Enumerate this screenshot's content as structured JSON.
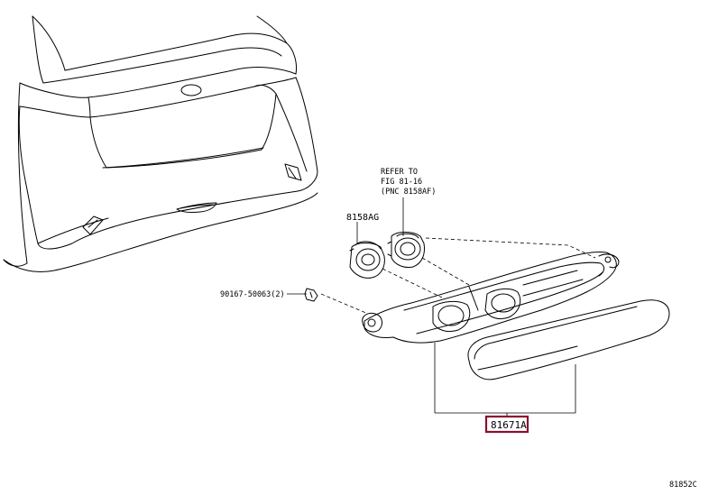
{
  "labels": {
    "refer_line1": "REFER TO",
    "refer_line2": "FIG 81-16",
    "refer_line3": "(PNC 8158AF)",
    "part_8158ag": "8158AG",
    "part_bolt": "90167-50063(2)",
    "part_81671a": "81671A",
    "figure_code": "81852C"
  },
  "colors": {
    "highlight_border": "#8a0f2e",
    "line": "#000000"
  }
}
